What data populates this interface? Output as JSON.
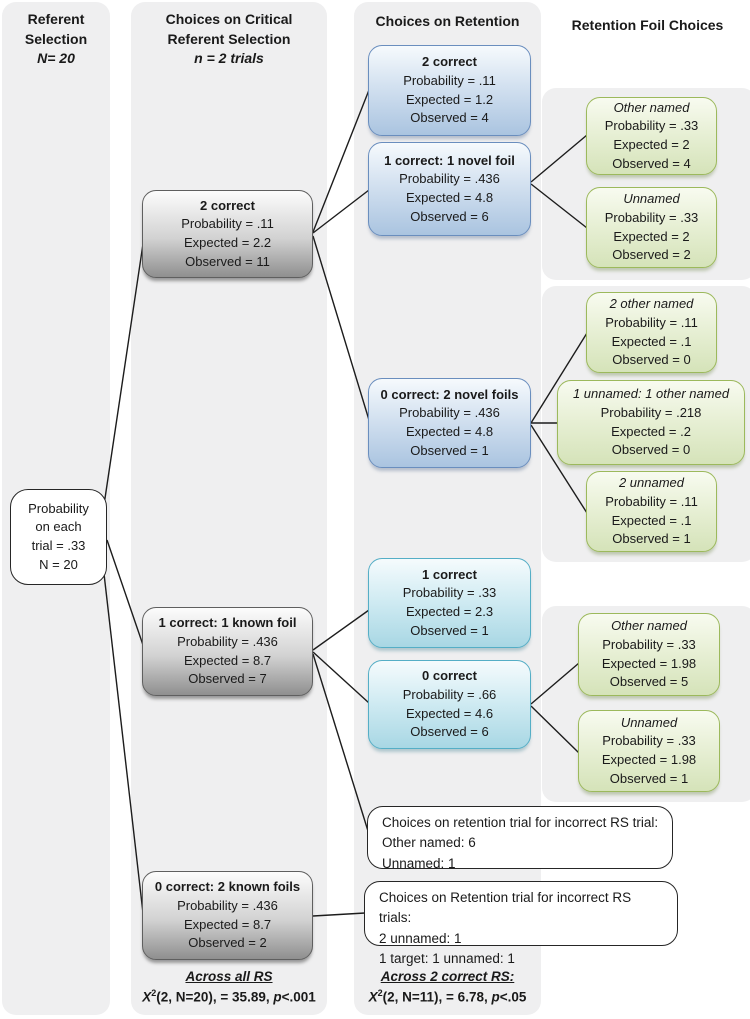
{
  "headers": {
    "col1": [
      "Referent",
      "Selection",
      "N= 20"
    ],
    "col2": [
      "Choices on Critical",
      "Referent Selection",
      "n = 2 trials"
    ],
    "col3": "Choices on Retention",
    "col4": "Retention Foil Choices"
  },
  "root_box": [
    "Probability",
    "on each",
    "trial = .33",
    "N = 20"
  ],
  "boxes": {
    "rs_2_correct": {
      "title": "2 correct",
      "probability": "Probability = .11",
      "expected": "Expected = 2.2",
      "observed": "Observed = 11"
    },
    "rs_1_correct_1_known_foil": {
      "title": "1 correct: 1 known foil",
      "probability": "Probability = .436",
      "expected": "Expected = 8.7",
      "observed": "Observed = 7"
    },
    "rs_0_correct_2_known_foils": {
      "title": "0 correct: 2 known foils",
      "probability": "Probability = .436",
      "expected": "Expected = 8.7",
      "observed": "Observed = 2"
    },
    "ret_2_correct": {
      "title": "2 correct",
      "probability": "Probability = .11",
      "expected": "Expected = 1.2",
      "observed": "Observed = 4"
    },
    "ret_1_correct_1_novel_foil": {
      "title": "1 correct: 1 novel foil",
      "probability": "Probability = .436",
      "expected": "Expected = 4.8",
      "observed": "Observed = 6"
    },
    "ret_0_correct_2_novel_foils": {
      "title": "0 correct: 2 novel foils",
      "probability": "Probability = .436",
      "expected": "Expected = 4.8",
      "observed": "Observed = 1"
    },
    "ret_1_correct": {
      "title": "1 correct",
      "probability": "Probability = .33",
      "expected": "Expected = 2.3",
      "observed": "Observed = 1"
    },
    "ret_0_correct": {
      "title": "0 correct",
      "probability": "Probability = .66",
      "expected": "Expected = 4.6",
      "observed": "Observed = 6"
    },
    "foil_other_named_top": {
      "title": "Other named",
      "probability": "Probability = .33",
      "expected": "Expected = 2",
      "observed": "Observed = 4"
    },
    "foil_unnamed_top": {
      "title": "Unnamed",
      "probability": "Probability = .33",
      "expected": "Expected = 2",
      "observed": "Observed = 2"
    },
    "foil_2_other_named": {
      "title": "2 other named",
      "probability": "Probability = .11",
      "expected": "Expected = .1",
      "observed": "Observed = 0"
    },
    "foil_1_unnamed_1_other_named": {
      "title": "1 unnamed: 1 other named",
      "probability": "Probability = .218",
      "expected": "Expected = .2",
      "observed": "Observed = 0"
    },
    "foil_2_unnamed": {
      "title": "2 unnamed",
      "probability": "Probability = .11",
      "expected": "Expected = .1",
      "observed": "Observed = 1"
    },
    "foil_other_named_bottom": {
      "title": "Other named",
      "probability": "Probability = .33",
      "expected": "Expected = 1.98",
      "observed": "Observed = 5"
    },
    "foil_unnamed_bottom": {
      "title": "Unnamed",
      "probability": "Probability = .33",
      "expected": "Expected = 1.98",
      "observed": "Observed = 1"
    }
  },
  "notes": {
    "incorrect_rs_trial": [
      "Choices on retention trial for incorrect RS trial:",
      "Other named: 6",
      "Unnamed: 1"
    ],
    "incorrect_rs_trials": [
      "Choices on Retention trial for incorrect RS trials:",
      "2 unnamed: 1",
      "1 target: 1 unnamed: 1"
    ]
  },
  "footers": {
    "across_all_rs": {
      "title": "Across all RS",
      "stat_x": "X",
      "stat_sup": "2",
      "stat_body": "(2, N=20), = 35.89, ",
      "stat_p": "p",
      "stat_tail": "<.001"
    },
    "across_2_correct_rs": {
      "title": "Across 2 correct RS:",
      "stat_x": "X",
      "stat_sup": "2",
      "stat_body": "(2, N=11), = 6.78, ",
      "stat_p": "p",
      "stat_tail": "<.05"
    }
  },
  "colors": {
    "band_bg": "#efeff0",
    "gray_box_border": "#5f5f5f",
    "blue_box_border": "#6a8ebe",
    "cyan_box_border": "#55aec6",
    "green_box_border": "#9cb95c",
    "connector": "#1c1c1c"
  }
}
